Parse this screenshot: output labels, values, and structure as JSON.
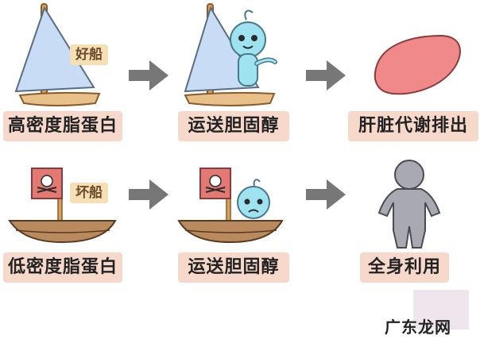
{
  "rows": [
    {
      "ship_tag": "好船",
      "labels": [
        "高密度脂蛋白",
        "运送胆固醇",
        "肝脏代谢排出"
      ]
    },
    {
      "ship_tag": "坏船",
      "labels": [
        "低密度脂蛋白",
        "运送胆固醇",
        "全身利用"
      ]
    }
  ],
  "watermark": "广东龙网",
  "colors": {
    "label_bg": "#f7d9cc",
    "tag_bg": "#f7dfb5",
    "sail_blue": "#c9dcf6",
    "hull_wood": "#b88a5e",
    "mast": "#d9a35b",
    "arrow": "#777777",
    "liver": "#f08a8a",
    "person": "#a9aab1",
    "mascot": "#9fe2f0",
    "flag": "#e27a73"
  }
}
